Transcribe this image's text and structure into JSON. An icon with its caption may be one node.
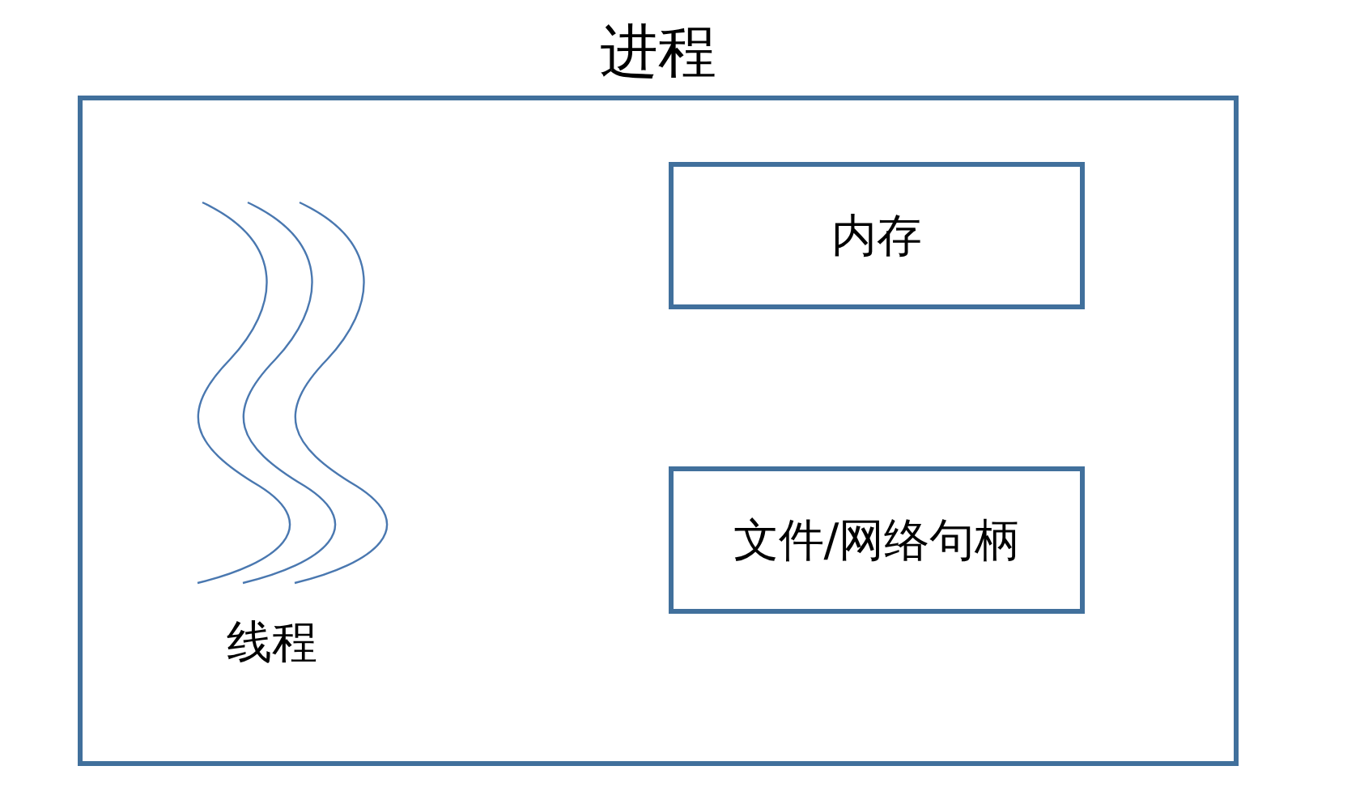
{
  "diagram": {
    "nodes": [
      {
        "text": [
          "进程"
        ]
      },
      {
        "text": [
          "内存"
        ],
        "in": 0
      },
      {
        "text": [
          "文件/网络句柄"
        ],
        "in": 0
      }
    ],
    "labels": [
      "线程"
    ]
  }
}
